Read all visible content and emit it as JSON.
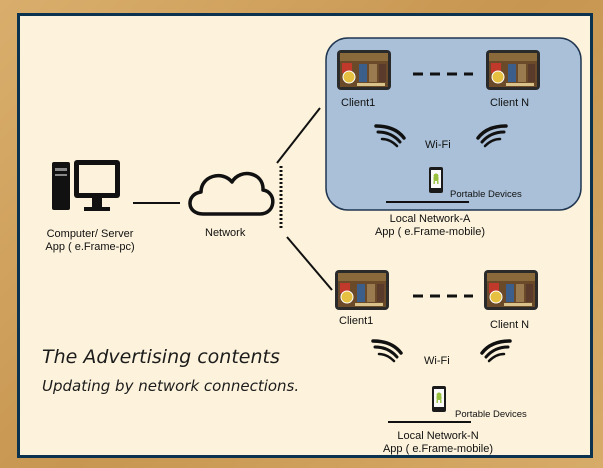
{
  "nodes": {
    "computer_label": [
      "Computer/ Server",
      "App ( e.Frame-pc)"
    ],
    "network_label": "Network",
    "network_a": {
      "client1": "Client1",
      "clientN": "Client N",
      "wifi": "Wi-Fi",
      "portable": "Portable Devices",
      "caption": [
        "Local  Network-A",
        "App ( e.Frame-mobile)"
      ]
    },
    "network_n": {
      "client1": "Client1",
      "clientN": "Client N",
      "wifi": "Wi-Fi",
      "portable": "Portable Devices",
      "caption": [
        "Local  Network-N",
        "App ( e.Frame-mobile)"
      ]
    }
  },
  "tagline": {
    "line1": "The Advertising contents",
    "line2": "Updating by network connections."
  },
  "colors": {
    "panel_bg": "#fdf3dc",
    "panel_border": "#0b3350",
    "network_a_box": "#a9c0d8",
    "android_green": "#97c03d"
  },
  "icons": [
    "computer-icon",
    "cloud-icon",
    "tablet-icon",
    "wifi-waves-icon",
    "android-phone-icon"
  ]
}
